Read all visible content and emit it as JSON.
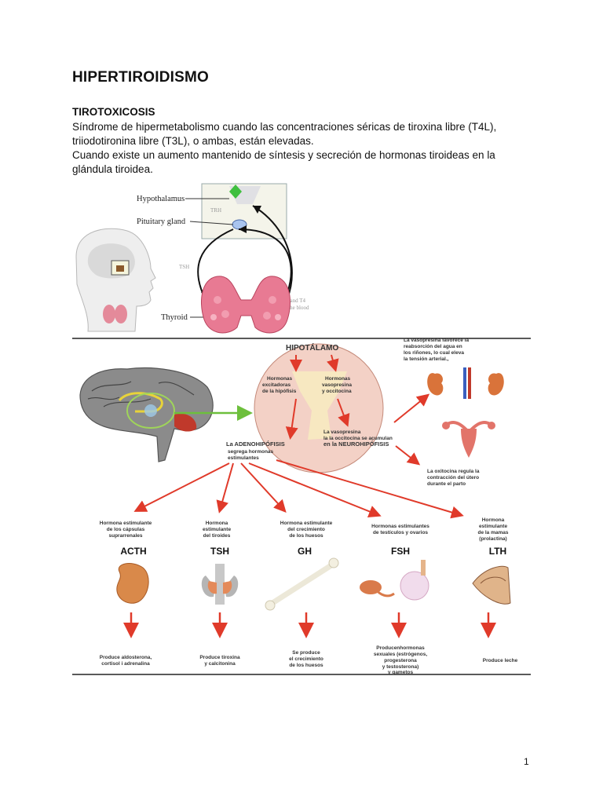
{
  "doc": {
    "title": "HIPERTIROIDISMO",
    "subtitle": "TIROTOXICOSIS",
    "paragraph1": "Síndrome de hipermetabolismo cuando las concentraciones séricas de tiroxina libre (T4L), triiodotironina libre (T3L), o ambas, están elevadas.",
    "paragraph2": "Cuando existe un aumento mantenido de síntesis y secreción de hormonas tiroideas en la glándula tiroidea.",
    "page_number": "1"
  },
  "figure1": {
    "hypothalamus": "Hypothalamus",
    "pituitary": "Pituitary gland",
    "thyroid": "Thyroid",
    "trh": "TRH",
    "tsh": "TSH",
    "t3t4_line1": "T3 and T4",
    "t3t4_line2": "in the blood"
  },
  "figure2": {
    "hipotalamo": "HIPOTÁLAMO",
    "excitadoras": [
      "Hormonas",
      "excitadoras",
      "de la hipófisis"
    ],
    "vasopresina": [
      "Hormonas",
      "vasopresina",
      "y occitocina"
    ],
    "adeno": [
      "La ADENOHIPÓFISIS",
      "segrega hormonas",
      "estimulantes"
    ],
    "neuro": [
      "La vasopresina",
      "la la occitocina se acumulan",
      "en la NEUROHIPÓFISIS"
    ],
    "kidney_note": [
      "La vasopresina favorece la",
      "reabsorción del agua en",
      "los riñones, lo cual eleva",
      "la tensión arterial.,"
    ],
    "uterus_note": [
      "La oxitocina regula la",
      "contracción  del útero",
      "durante el parto"
    ],
    "hormones": [
      {
        "desc": [
          "Hormona estimulante",
          "de los cápsulas",
          "suprarrenales"
        ],
        "code": "ACTH",
        "effect": [
          "Produce aldosterona,",
          "cortisol i adrenalina"
        ]
      },
      {
        "desc": [
          "Hormona",
          "estimulante",
          "del tiroides"
        ],
        "code": "TSH",
        "effect": [
          "Produce tiroxina",
          "y calcitonina"
        ]
      },
      {
        "desc": [
          "Hormona estimulante",
          "del crecimiento",
          "de los huesos"
        ],
        "code": "GH",
        "effect": [
          "Se produce",
          "el crecimiento",
          "de los huesos"
        ]
      },
      {
        "desc": [
          "Hormonas estimulantes",
          "de testículos y ovarios"
        ],
        "code": "FSH",
        "effect": [
          "Producenhormonas",
          "sexuales (estrógenos,",
          "progesterona",
          "y testosterona)",
          "y gametos"
        ]
      },
      {
        "desc": [
          "Hormona",
          "estimulante",
          "de la mamas",
          "(prolactina)"
        ],
        "code": "LTH",
        "effect": [
          "Produce leche"
        ]
      }
    ]
  }
}
